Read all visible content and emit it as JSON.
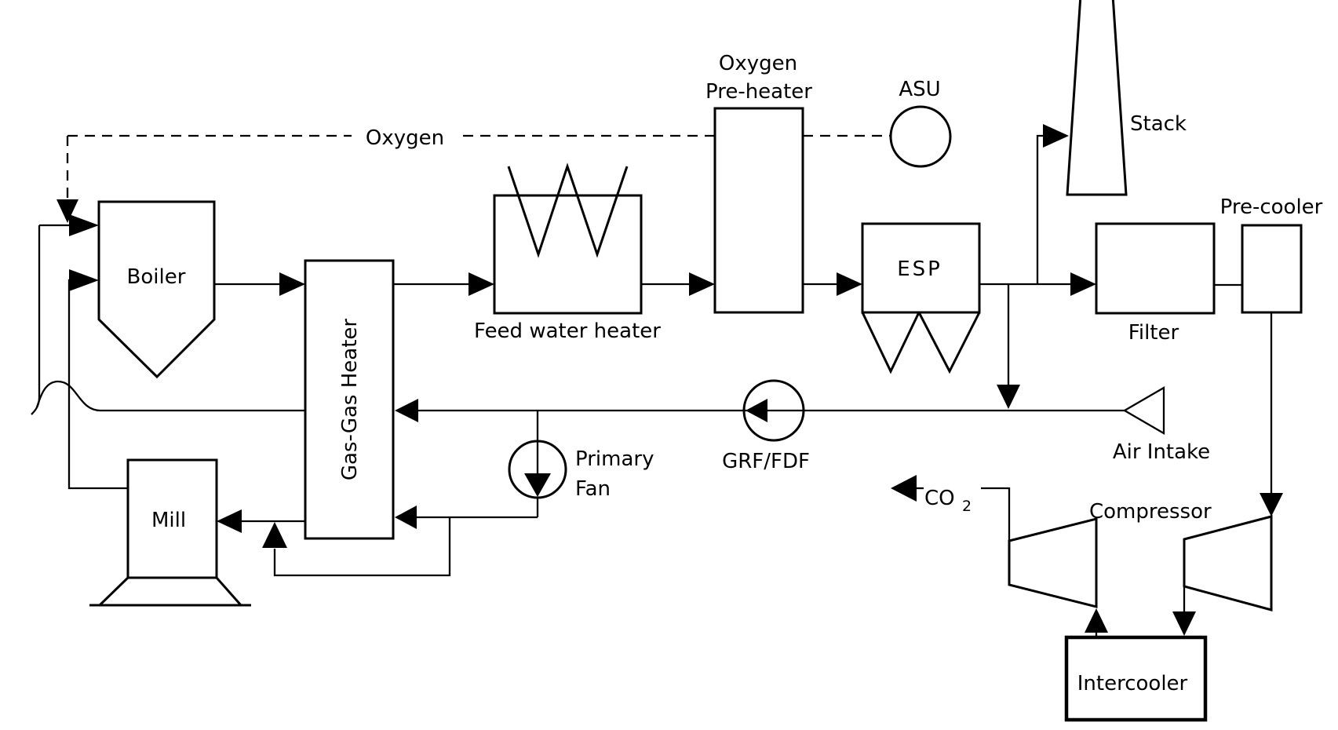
{
  "diagram": {
    "type": "process-flow-diagram",
    "colors": {
      "line": "#000000",
      "background": "#ffffff"
    },
    "labels": {
      "boiler": "Boiler",
      "gas_gas_heater": "Gas-Gas Heater",
      "feed_water_heater": "Feed water heater",
      "oxygen_stream": "Oxygen",
      "oxygen_preheater_line1": "Oxygen",
      "oxygen_preheater_line2": "Pre-heater",
      "asu": "ASU",
      "stack": "Stack",
      "esp": "ESP",
      "filter": "Filter",
      "precooler": "Pre-cooler",
      "air_intake": "Air Intake",
      "grf_fdf": "GRF/FDF",
      "primary_fan_line1": "Primary",
      "primary_fan_line2": "Fan",
      "co2_main": "CO",
      "co2_sub": "2",
      "compressor": "Compressor",
      "intercooler": "Intercooler",
      "mill": "Mill"
    }
  }
}
